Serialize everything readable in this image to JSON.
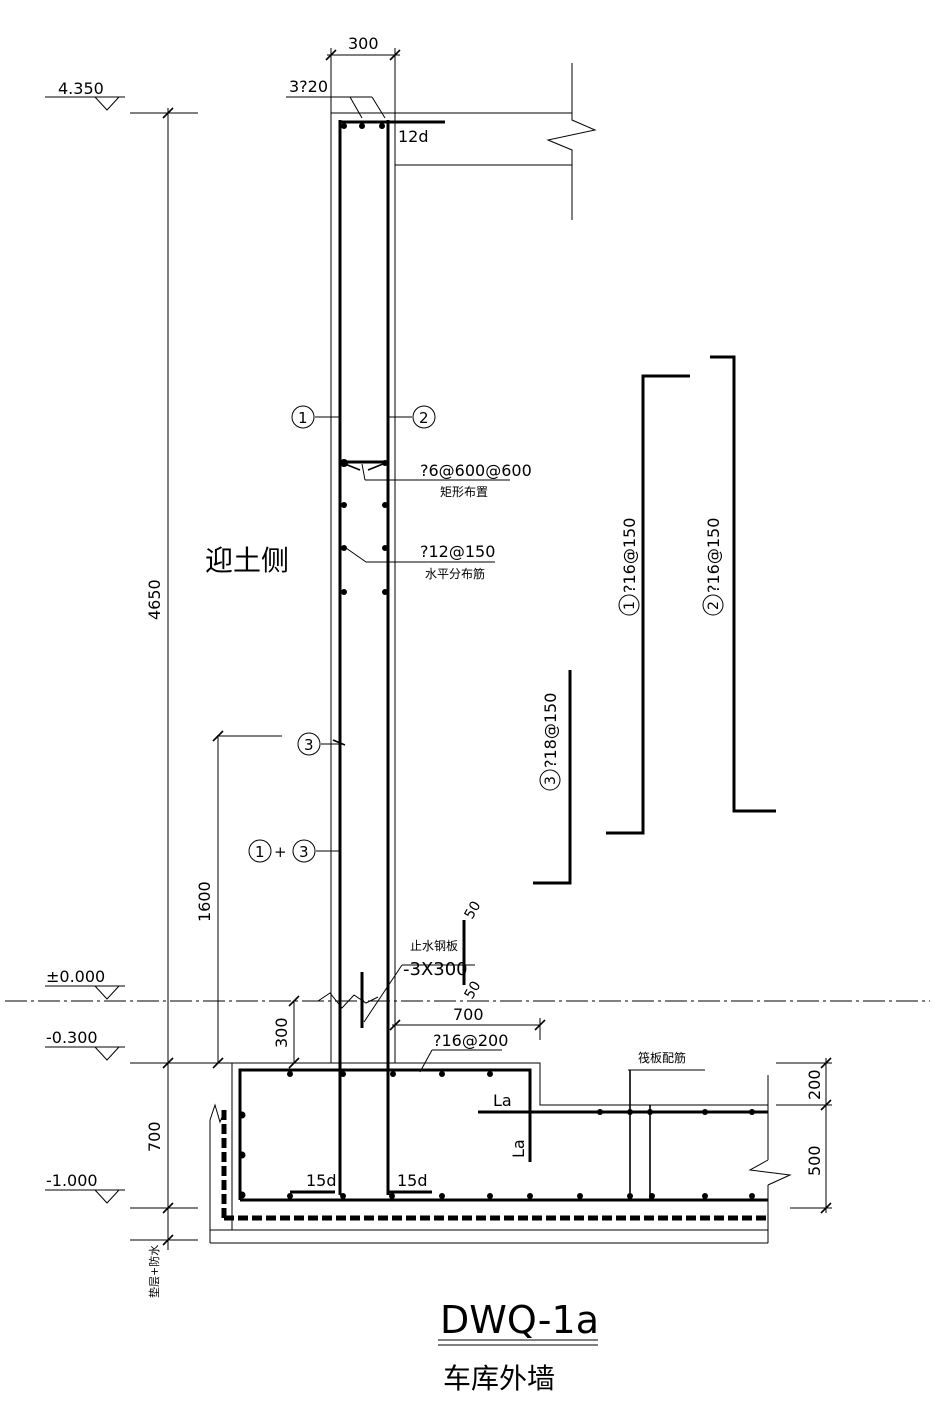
{
  "drawing": {
    "title": "DWQ-1a",
    "subtitle": "车库外墙",
    "side_label": "迎土侧"
  },
  "elevations": {
    "top": "4.350",
    "ground": "±0.000",
    "slab_top": "-0.300",
    "bottom": "-1.000"
  },
  "dimensions": {
    "wall_thickness": "300",
    "total_height": "4650",
    "rebar3_height": "1600",
    "gap_300": "300",
    "base_700": "700",
    "projection_700": "700",
    "raft_top": "200",
    "raft_500": "500",
    "bar_anchor": "12d",
    "hook_left": "15d",
    "hook_right": "15d",
    "lap_h": "La",
    "lap_v": "La",
    "waterstop_dim_a": "50",
    "waterstop_dim_b": "50"
  },
  "rebar": {
    "top_bars": "3?20",
    "tie_spec": "?6@600@600",
    "tie_note": "矩形布置",
    "horizontal_spec": "?12@150",
    "horizontal_note": "水平分布筋",
    "base_bar": "?16@200",
    "waterstop_label": "止水钢板",
    "waterstop_size": "-3X300",
    "raft_label": "筏板配筋",
    "cushion_note": "垫层+防水"
  },
  "markers": {
    "m1": "1",
    "m2": "2",
    "m3": "3",
    "m13_plus": "+"
  },
  "bar_schedule": [
    {
      "marker": "1",
      "spec": "?16@150"
    },
    {
      "marker": "2",
      "spec": "?16@150"
    },
    {
      "marker": "3",
      "spec": "?18@150"
    }
  ]
}
